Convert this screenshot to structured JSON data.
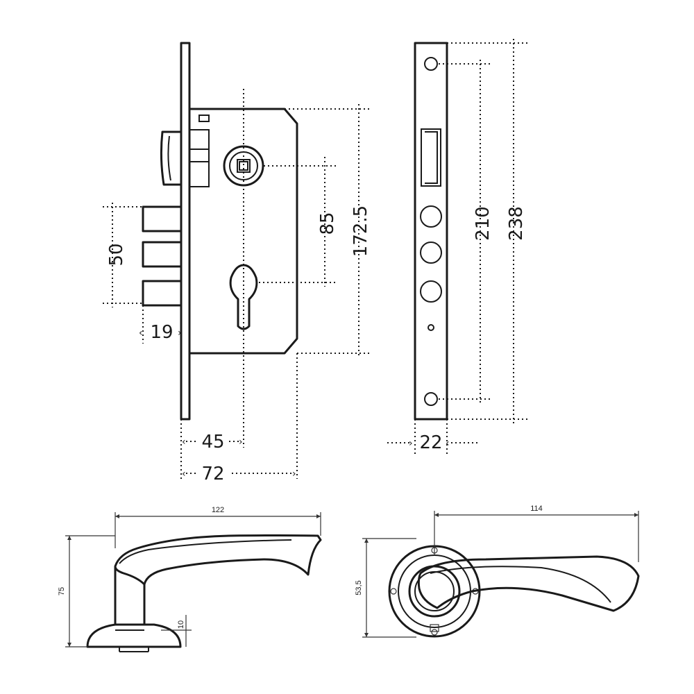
{
  "lock_body": {
    "dim_backset": "45",
    "dim_body_depth": "72",
    "dim_latch_projection": "19",
    "dim_bolt_span": "50",
    "dim_center_distance": "85",
    "dim_body_height": "172.5"
  },
  "faceplate": {
    "dim_width": "22",
    "dim_screw_distance": "210",
    "dim_total_height": "238"
  },
  "handle_side": {
    "dim_length": "122",
    "dim_height": "75",
    "dim_rose_thickness": "10"
  },
  "handle_front": {
    "dim_length": "114",
    "dim_rose_diameter": "53,5"
  }
}
